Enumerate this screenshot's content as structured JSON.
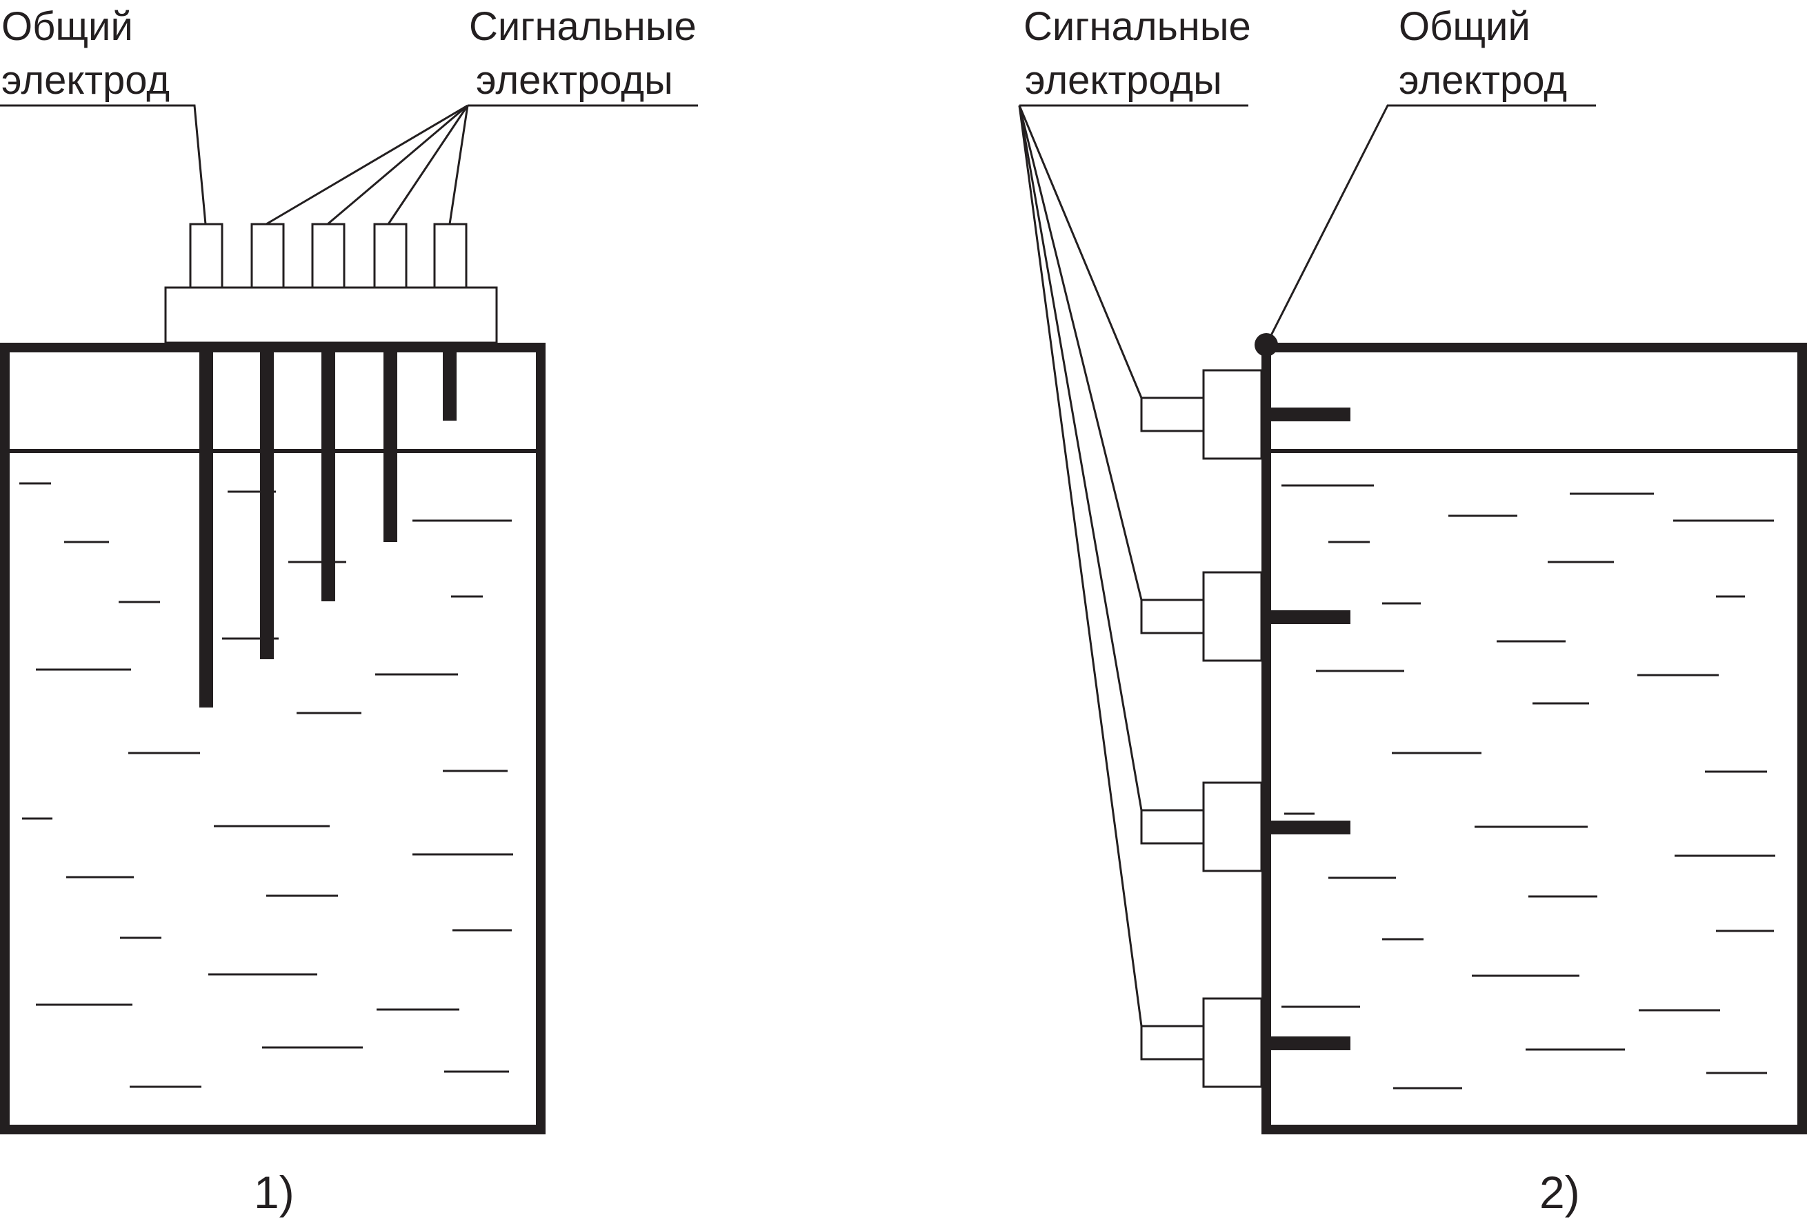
{
  "figure_1": {
    "label_common_line1": "Общий",
    "label_common_line2": "электрод",
    "label_signal_line1": "Сигнальные",
    "label_signal_line2": "электроды",
    "caption": "1)"
  },
  "figure_2": {
    "label_signal_line1": "Сигнальные",
    "label_signal_line2": "электроды",
    "label_common_line1": "Общий",
    "label_common_line2": "электрод",
    "caption": "2)"
  },
  "colors": {
    "ink": "#231f20",
    "background": "#ffffff"
  }
}
